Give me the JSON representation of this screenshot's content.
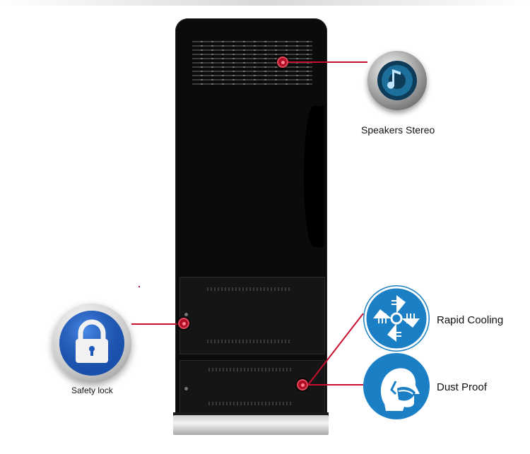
{
  "features": {
    "speakers": {
      "label": "Speakers Stereo",
      "icon": "speaker-icon"
    },
    "safety_lock": {
      "label": "Safety lock",
      "icon": "padlock-icon"
    },
    "rapid_cooling": {
      "label": "Rapid Cooling",
      "icon": "fan-icon"
    },
    "dust_proof": {
      "label": "Dust Proof",
      "icon": "dust-mask-icon"
    }
  },
  "colors": {
    "callout_red": "#c8102e",
    "icon_blue": "#1a7fc4",
    "cabinet_black": "#0b0b0b"
  }
}
